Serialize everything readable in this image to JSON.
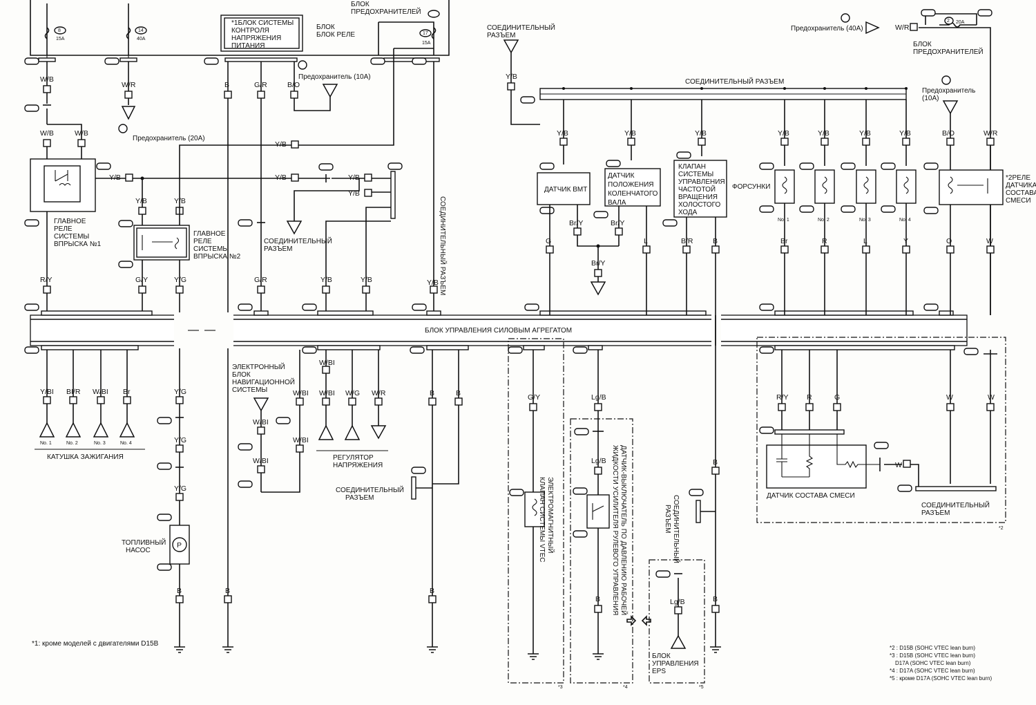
{
  "labels": {
    "relay_block": "БЛОК РЕЛЕ",
    "voltage_monitor": [
      "*1БЛОК СИСТЕМЫ",
      "КОНТРОЛЯ",
      "НАПРЯЖЕНИЯ",
      "ПИТАНИЯ"
    ],
    "fuse_block_top": [
      "БЛОК",
      "ПРЕДОХРАНИТЕЛЕЙ"
    ],
    "fuse_block_right": [
      "БЛОК",
      "ПРЕДОХРАНИТЕЛЕЙ"
    ],
    "connector_a": [
      "СОЕДИНИТЕЛЬНЫЙ",
      "РАЗЪЕМ"
    ],
    "connector_bus_top": "СОЕДИНИТЕЛЬНЫЙ РАЗЪЕМ",
    "fuse_10a_top": "Предохранитель (10A)",
    "fuse_20a": "Предохранитель (20A)",
    "fuse_40a": "Предохранитель (40A)",
    "fuse_10a_right": [
      "Предохранитель",
      "(10A)"
    ],
    "main_relay_1": [
      "ГЛАВНОЕ",
      "РЕЛЕ",
      "СИСТЕМЫ",
      "ВПРЫСКА №1"
    ],
    "main_relay_2": [
      "ГЛАВНОЕ",
      "РЕЛЕ",
      "СИСТЕМЫ",
      "ВПРЫСКА №2"
    ],
    "connector_mid": [
      "СОЕДИНИТЕЛЬНЫЙ",
      "РАЗЪЕМ"
    ],
    "connector_vert": "СОЕДИНИТЕЛЬНЫЙ РАЗЪЕМ",
    "tdc_sensor": "ДАТЧИК ВМТ",
    "ckp_sensor": [
      "ДАТЧИК",
      "ПОЛОЖЕНИЯ",
      "КОЛЕНЧАТОГО",
      "ВАЛА"
    ],
    "iac_valve": [
      "КЛАПАН",
      "СИСТЕМЫ",
      "УПРАВЛЕНИЯ",
      "ЧАСТОТОЙ",
      "ВРАЩЕНИЯ",
      "ХОЛОСТОГО",
      "ХОДА"
    ],
    "injectors": "ФОРСУНКИ",
    "relay_mix": [
      "*2РЕЛЕ",
      "ДАТЧИКА",
      "СОСТАВА",
      "СМЕСИ"
    ],
    "pcm": "БЛОК УПРАВЛЕНИЯ СИЛОВЫМ АГРЕГАТОМ",
    "ignition_coil": "КАТУШКА ЗАЖИГАНИЯ",
    "nav_unit": [
      "ЭЛЕКТРОННЫЙ",
      "БЛОК",
      "НАВИГАЦИОННОЙ",
      "СИСТЕМЫ"
    ],
    "voltage_regulator": [
      "РЕГУЛЯТОР",
      "НАПРЯЖЕНИЯ"
    ],
    "connector_107a": [
      "СОЕДИНИТЕЛЬНЫЙ",
      "РАЗЪЕМ"
    ],
    "fuel_pump": [
      "ТОПЛИВНЫЙ",
      "НАСОС"
    ],
    "vtec_solenoid": [
      "ЭЛЕКТРОМАГНИТНЫЙ",
      "КЛАПАН СИСТЕМЫ VTEC"
    ],
    "ps_switch": [
      "ДАТЧИК-ВЫКЛЮЧАТЕЛЬ ПО ДАВЛЕНИЮ РАБОЧЕЙ",
      "ЖИДКОСТИ УСИЛИТЕЛЯ РУЛЕВОГО УПРАВЛЕНИЯ"
    ],
    "connector_107b": [
      "СОЕДИНИТЕЛЬНЫЙ",
      "РАЗЪЕМ"
    ],
    "eps_unit": [
      "БЛОК",
      "УПРАВЛЕНИЯ",
      "EPS"
    ],
    "mixture_sensor": "ДАТЧИК СОСТАВА СМЕСИ",
    "connector_143": [
      "СОЕДИНИТЕЛЬНЫЙ",
      "РАЗЪЕМ"
    ],
    "footnote_1": "*1: кроме моделей с двигателями D15B",
    "notes": [
      "*2 : D15B (SOHC VTEC lean burn)",
      "*3 : D15B (SOHC VTEC lean burn)",
      "D17A (SOHC VTEC lean burn)",
      "*4 : D17A (SOHC VTEC lean burn)",
      "*5 : кроме D17A (SOHC VTEC lean burn)"
    ],
    "injector_nums": [
      "No. 1",
      "No. 2",
      "No. 3",
      "No. 4"
    ],
    "coil_nums": [
      "No. 1",
      "No. 2",
      "No. 3",
      "No. 4"
    ]
  },
  "fuses": [
    {
      "num": "8",
      "rating": "15A"
    },
    {
      "num": "14",
      "rating": "40A"
    },
    {
      "num": "17",
      "rating": "15A"
    },
    {
      "num": "2",
      "rating": "20A"
    }
  ],
  "wire_colors": {
    "top_left": [
      "W/B",
      "W/R",
      "B",
      "G/R",
      "B/O"
    ],
    "relay_area": [
      "W/B",
      "W/B",
      "Y/B",
      "Y/B",
      "Y/B",
      "Y/B",
      "R/Y",
      "G/Y",
      "Y/G",
      "G/R",
      "Y/B",
      "Y/B",
      "Y/B"
    ],
    "sensor_area": [
      "Y/B",
      "Y/B",
      "Y/B",
      "Y/B",
      "Y/B",
      "Y/B",
      "Y/B",
      "B/O",
      "W/R",
      "G",
      "Br/Y",
      "Br/Y",
      "Br/Y",
      "L",
      "B/R",
      "B",
      "Br",
      "R",
      "L",
      "Y",
      "O",
      "W"
    ],
    "bottom": [
      "Y/BI",
      "BI/R",
      "W/BI",
      "Br",
      "Y/G",
      "Y/G",
      "Y/G",
      "W/BI",
      "W/BI",
      "W/BI",
      "W/BI",
      "W/G",
      "W/R",
      "B",
      "B",
      "G/Y",
      "Lg/B",
      "Lg/B",
      "B",
      "B",
      "Lg/B",
      "R/Y",
      "R",
      "G",
      "W",
      "W",
      "W",
      "B",
      "B",
      "B",
      "B"
    ]
  }
}
